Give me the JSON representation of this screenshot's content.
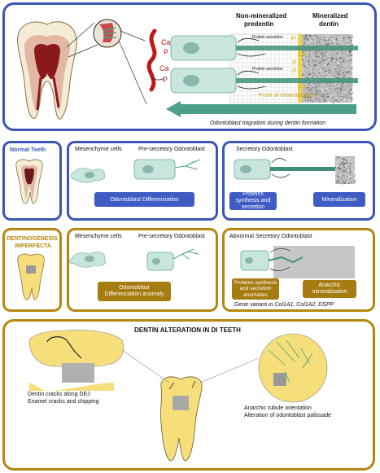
{
  "top": {
    "non_mineralized": "Non-mineralized",
    "predentin": "predentin",
    "mineralized": "Mineralized",
    "dentin": "dentin",
    "ca": "Ca",
    "p": "P",
    "protein_secretion": "Protein secretion",
    "front_of_mineralization": "Front of mineralization",
    "migration": "Odontoblast migration during dentin formation"
  },
  "normal": {
    "title": "Normal Teeth",
    "mesenchyme": "Mesenchyme cells",
    "pre_secretory": "Pre-secretory Odontoblast",
    "differentiation": "Odontoblast Differenciation",
    "secretory": "Secretory Odontoblast",
    "proteins": "Proteins synthesis and secretion",
    "mineralization": "Mineralization"
  },
  "di": {
    "title_line1": "DENTINOGENESIS",
    "title_line2": "IMPERFECTA",
    "mesenchyme": "Mesenchyme cells",
    "pre_secretory": "Pre-secretory Odontoblast",
    "anomaly_line1": "Odontoblast",
    "anomaly_line2": "Differenciation anomaly",
    "abnormal": "Abnormal Secretory Odontoblast",
    "proteins_line1": "Proteins synthesis",
    "proteins_line2": "and secretion",
    "proteins_line3": "anomalies",
    "anarchic_line1": "Anarchic",
    "anarchic_line2": "mineralization",
    "gene_prefix": "Gene variant in ",
    "gene_list": "Col1A1, Col1A2, DSPP"
  },
  "bottom": {
    "title": "DENTIN ALTERATION IN DI TEETH",
    "left_line1": "Dentin cracks along DEJ",
    "left_line2": "Enamel cracks and chipping",
    "right_line1": "Anarchic tubule orientation",
    "right_line2": "Alteration of odontoblast palissade"
  },
  "colors": {
    "blue": "#3a55b5",
    "gold": "#b5870f",
    "teal": "#4aa08a",
    "yellow": "#e8c84a"
  }
}
